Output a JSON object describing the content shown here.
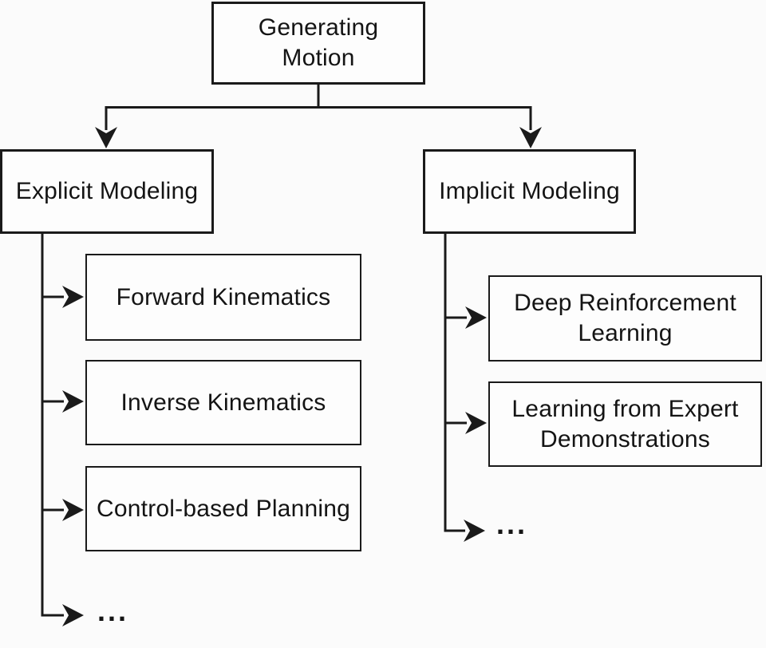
{
  "root": {
    "label": "Generating\nMotion"
  },
  "branches": [
    {
      "id": "explicit",
      "label": "Explicit Modeling",
      "children": [
        {
          "label": "Forward Kinematics"
        },
        {
          "label": "Inverse Kinematics"
        },
        {
          "label": "Control-based Planning"
        },
        {
          "label": "..."
        }
      ]
    },
    {
      "id": "implicit",
      "label": "Implicit Modeling",
      "children": [
        {
          "label": "Deep Reinforcement\nLearning"
        },
        {
          "label": "Learning from Expert\nDemonstrations"
        },
        {
          "label": "..."
        }
      ]
    }
  ],
  "colors": {
    "line": "#1a1a1a",
    "text": "#141414",
    "background": "#fbfbfb",
    "box_fill": "#fdfdfd"
  }
}
